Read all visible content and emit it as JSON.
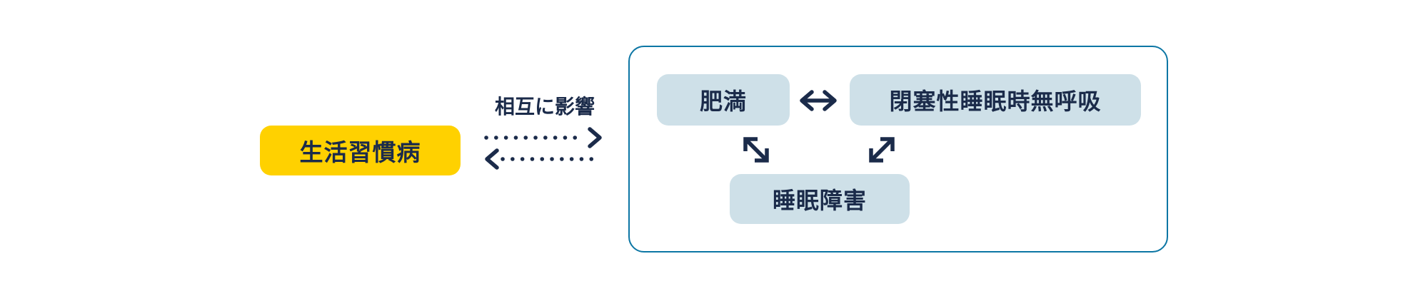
{
  "colors": {
    "yellow": "#FFD100",
    "navy": "#1B2B4A",
    "lightblue": "#CEE0E8",
    "teal": "#0C76A4",
    "bg": "#FFFFFF"
  },
  "diagram": {
    "lifestyle_node": {
      "label": "生活習慣病"
    },
    "relation": {
      "label": "相互に影響"
    },
    "cluster": {
      "nodes": [
        {
          "id": "obesity",
          "label": "肥満"
        },
        {
          "id": "osa",
          "label": "閉塞性睡眠時無呼吸"
        },
        {
          "id": "sleep-disorder",
          "label": "睡眠障害"
        }
      ]
    }
  }
}
